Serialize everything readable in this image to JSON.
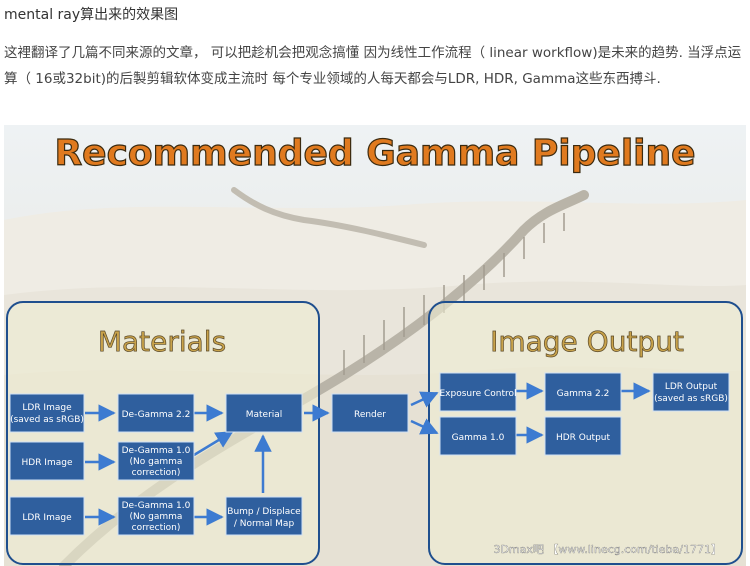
{
  "caption": "mental ray算出来的效果图",
  "paragraph": "这裡翻译了几篇不同来源的文章， 可以把趁机会把观念搞懂 因为线性工作流程（ linear workflow)是未来的趋势. 当浮点运算（ 16或32bit)的后製剪辑软体变成主流时 每个专业领域的人每天都会与LDR, HDR, Gamma这些东西搏斗.",
  "diagram": {
    "title": "Recommended Gamma Pipeline",
    "groups": {
      "materials": "Materials",
      "image_output": "Image Output"
    },
    "nodes": {
      "ldr_image_srgb": [
        "LDR Image",
        "(saved as sRGB)"
      ],
      "degamma_22": [
        "De-Gamma 2.2"
      ],
      "material": [
        "Material"
      ],
      "hdr_image": [
        "HDR Image"
      ],
      "degamma_10_a": [
        "De-Gamma 1.0",
        "(No gamma",
        "correction)"
      ],
      "ldr_image": [
        "LDR Image"
      ],
      "degamma_10_b": [
        "De-Gamma 1.0",
        "(No gamma",
        "correction)"
      ],
      "bump": [
        "Bump / Displace",
        "/ Normal Map"
      ],
      "render": [
        "Render"
      ],
      "exposure_control": [
        "Exposure Control"
      ],
      "gamma_22": [
        "Gamma 2.2"
      ],
      "ldr_output": [
        "LDR Output",
        "(saved as sRGB)"
      ],
      "gamma_10": [
        "Gamma 1.0"
      ],
      "hdr_output": [
        "HDR Output"
      ]
    },
    "watermark": "3Dmax吧 【www.linecg.com/tieba/1771】"
  },
  "colors": {
    "title_fill": "#e07a1f",
    "title_stroke": "#3a2a10",
    "group_heading": "#c8a24a",
    "box_fill": "#2f5f9e",
    "box_stroke": "#cfe0f5",
    "panel_stroke": "#1f4f8e",
    "arrow": "#3d7bd1"
  }
}
